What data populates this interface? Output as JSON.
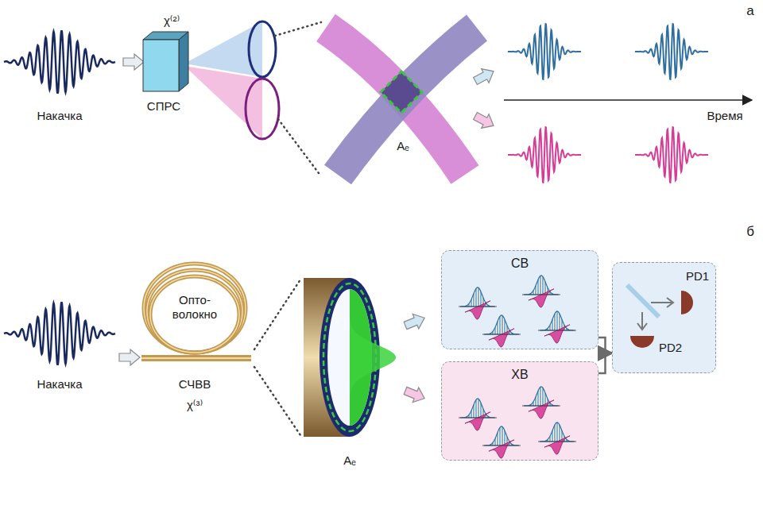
{
  "diagram": {
    "nodes": [
      {
        "text": [
          "СВ"
        ]
      },
      {
        "text": [
          "ХВ"
        ]
      },
      {
        "text": [
          "PD1",
          "PD2"
        ]
      }
    ],
    "edges": [
      {
        "from": 0,
        "to": 2,
        "arrow": "to"
      },
      {
        "from": 1,
        "to": 2,
        "arrow": "to"
      }
    ],
    "labels": [
      "а",
      "Накачка",
      "χ⁽²⁾",
      "СПРС",
      "Aₑ",
      "Время",
      "б",
      "Накачка",
      "Опто- волокно",
      "СЧВВ",
      "χ⁽³⁾",
      "Aₑ"
    ]
  }
}
